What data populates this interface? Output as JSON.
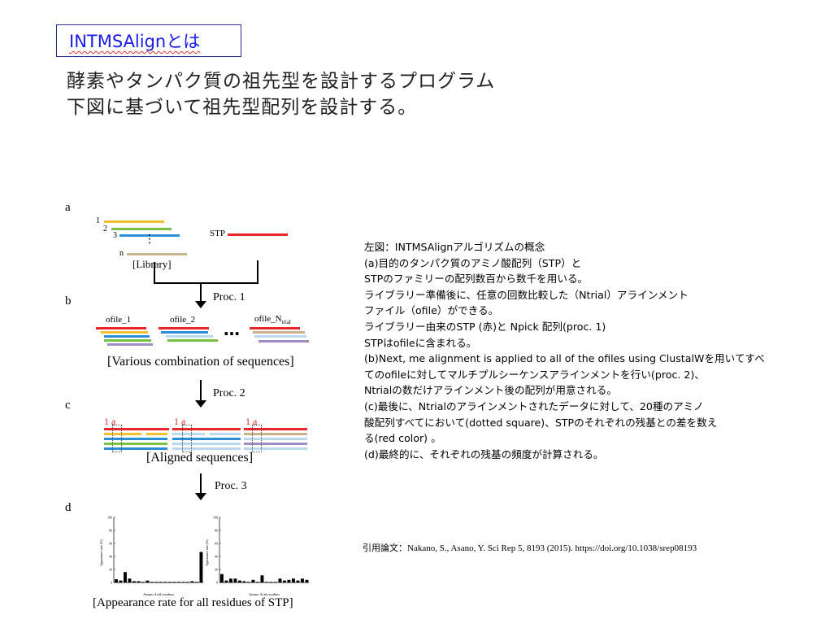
{
  "header": {
    "title": "INTMSAlignとは",
    "subtitle_line1": "酵素やタンパク質の祖先型を設計するプログラム",
    "subtitle_line2": "下図に基づいて祖先型配列を設計する。"
  },
  "figure": {
    "letters": [
      "a",
      "b",
      "c",
      "d"
    ],
    "seq_numbers": [
      "1",
      "2",
      "3",
      "n"
    ],
    "vdots": "⋮",
    "library_label": "[Library]",
    "stp_label": "STP",
    "proc1": "Proc. 1",
    "proc2": "Proc. 2",
    "proc3": "Proc. 3",
    "ofile1": "ofile_1",
    "ofile2": "ofile_2",
    "ofileN": "ofile_N",
    "ofileN_sub": "trial",
    "ellipsis": "…",
    "caption_b": "[Various combination of sequences]",
    "aligned_marks": [
      "1 a",
      "1 a",
      "1 a"
    ],
    "caption_c": "[Aligned sequences]",
    "caption_d": "[Appearance rate for all residues of STP]",
    "hist_ylabel": "Appearance rate (%)",
    "hist_xlabel": "Amino Acid residues",
    "hist_ticks": [
      "100",
      "80",
      "60",
      "40",
      "20",
      "0"
    ],
    "hist1_values": [
      5,
      3,
      16,
      6,
      2,
      2,
      1,
      3,
      1,
      1,
      1,
      1,
      1,
      1,
      1,
      1,
      1,
      2,
      1,
      47
    ],
    "hist2_values": [
      13,
      3,
      6,
      6,
      3,
      2,
      1,
      4,
      1,
      11,
      1,
      1,
      1,
      6,
      3,
      4,
      6,
      3,
      6,
      4
    ]
  },
  "description": {
    "lines": [
      "左図：INTMSAlignアルゴリズムの概念",
      "(a)目的のタンパク質のアミノ酸配列（STP）と",
      "STPのファミリーの配列数百から数千を用いる。",
      "ライブラリー準備後に、任意の回数比較した（Ntrial）アラインメント",
      "ファイル（ofile）ができる。",
      "ライブラリー由来のSTP (赤)と Npick 配列(proc. 1)",
      "STPはofileに含まれる。",
      "(b)Next, me alignment is applied to all of the ofiles using ClustalWを用いてすべ",
      "てのofileに対してマルチプルシーケンスアラインメントを行い(proc. 2)、",
      "Ntrialの数だけアラインメント後の配列が用意される。",
      "(c)最後に、Ntrialのアラインメントされたデータに対して、20種のアミノ",
      "酸配列すべてにおいて(dotted square)、STPのそれぞれの残基との差を数え",
      "る(red color) 。",
      "(d)最終的に、それぞれの残基の頻度が計算される。"
    ]
  },
  "citation": "引用論文：Nakano, S., Asano, Y. Sci Rep 5, 8193 (2015). https://doi.org/10.1038/srep08193",
  "colors": {
    "red": "#e8262a",
    "yellow": "#f2c12e",
    "green": "#7ac143",
    "blue": "#2a8fd8",
    "tan": "#c9b48a",
    "purple": "#9e8ec2",
    "lightblue": "#b8d9ee",
    "title_blue": "#1a1ae6"
  }
}
